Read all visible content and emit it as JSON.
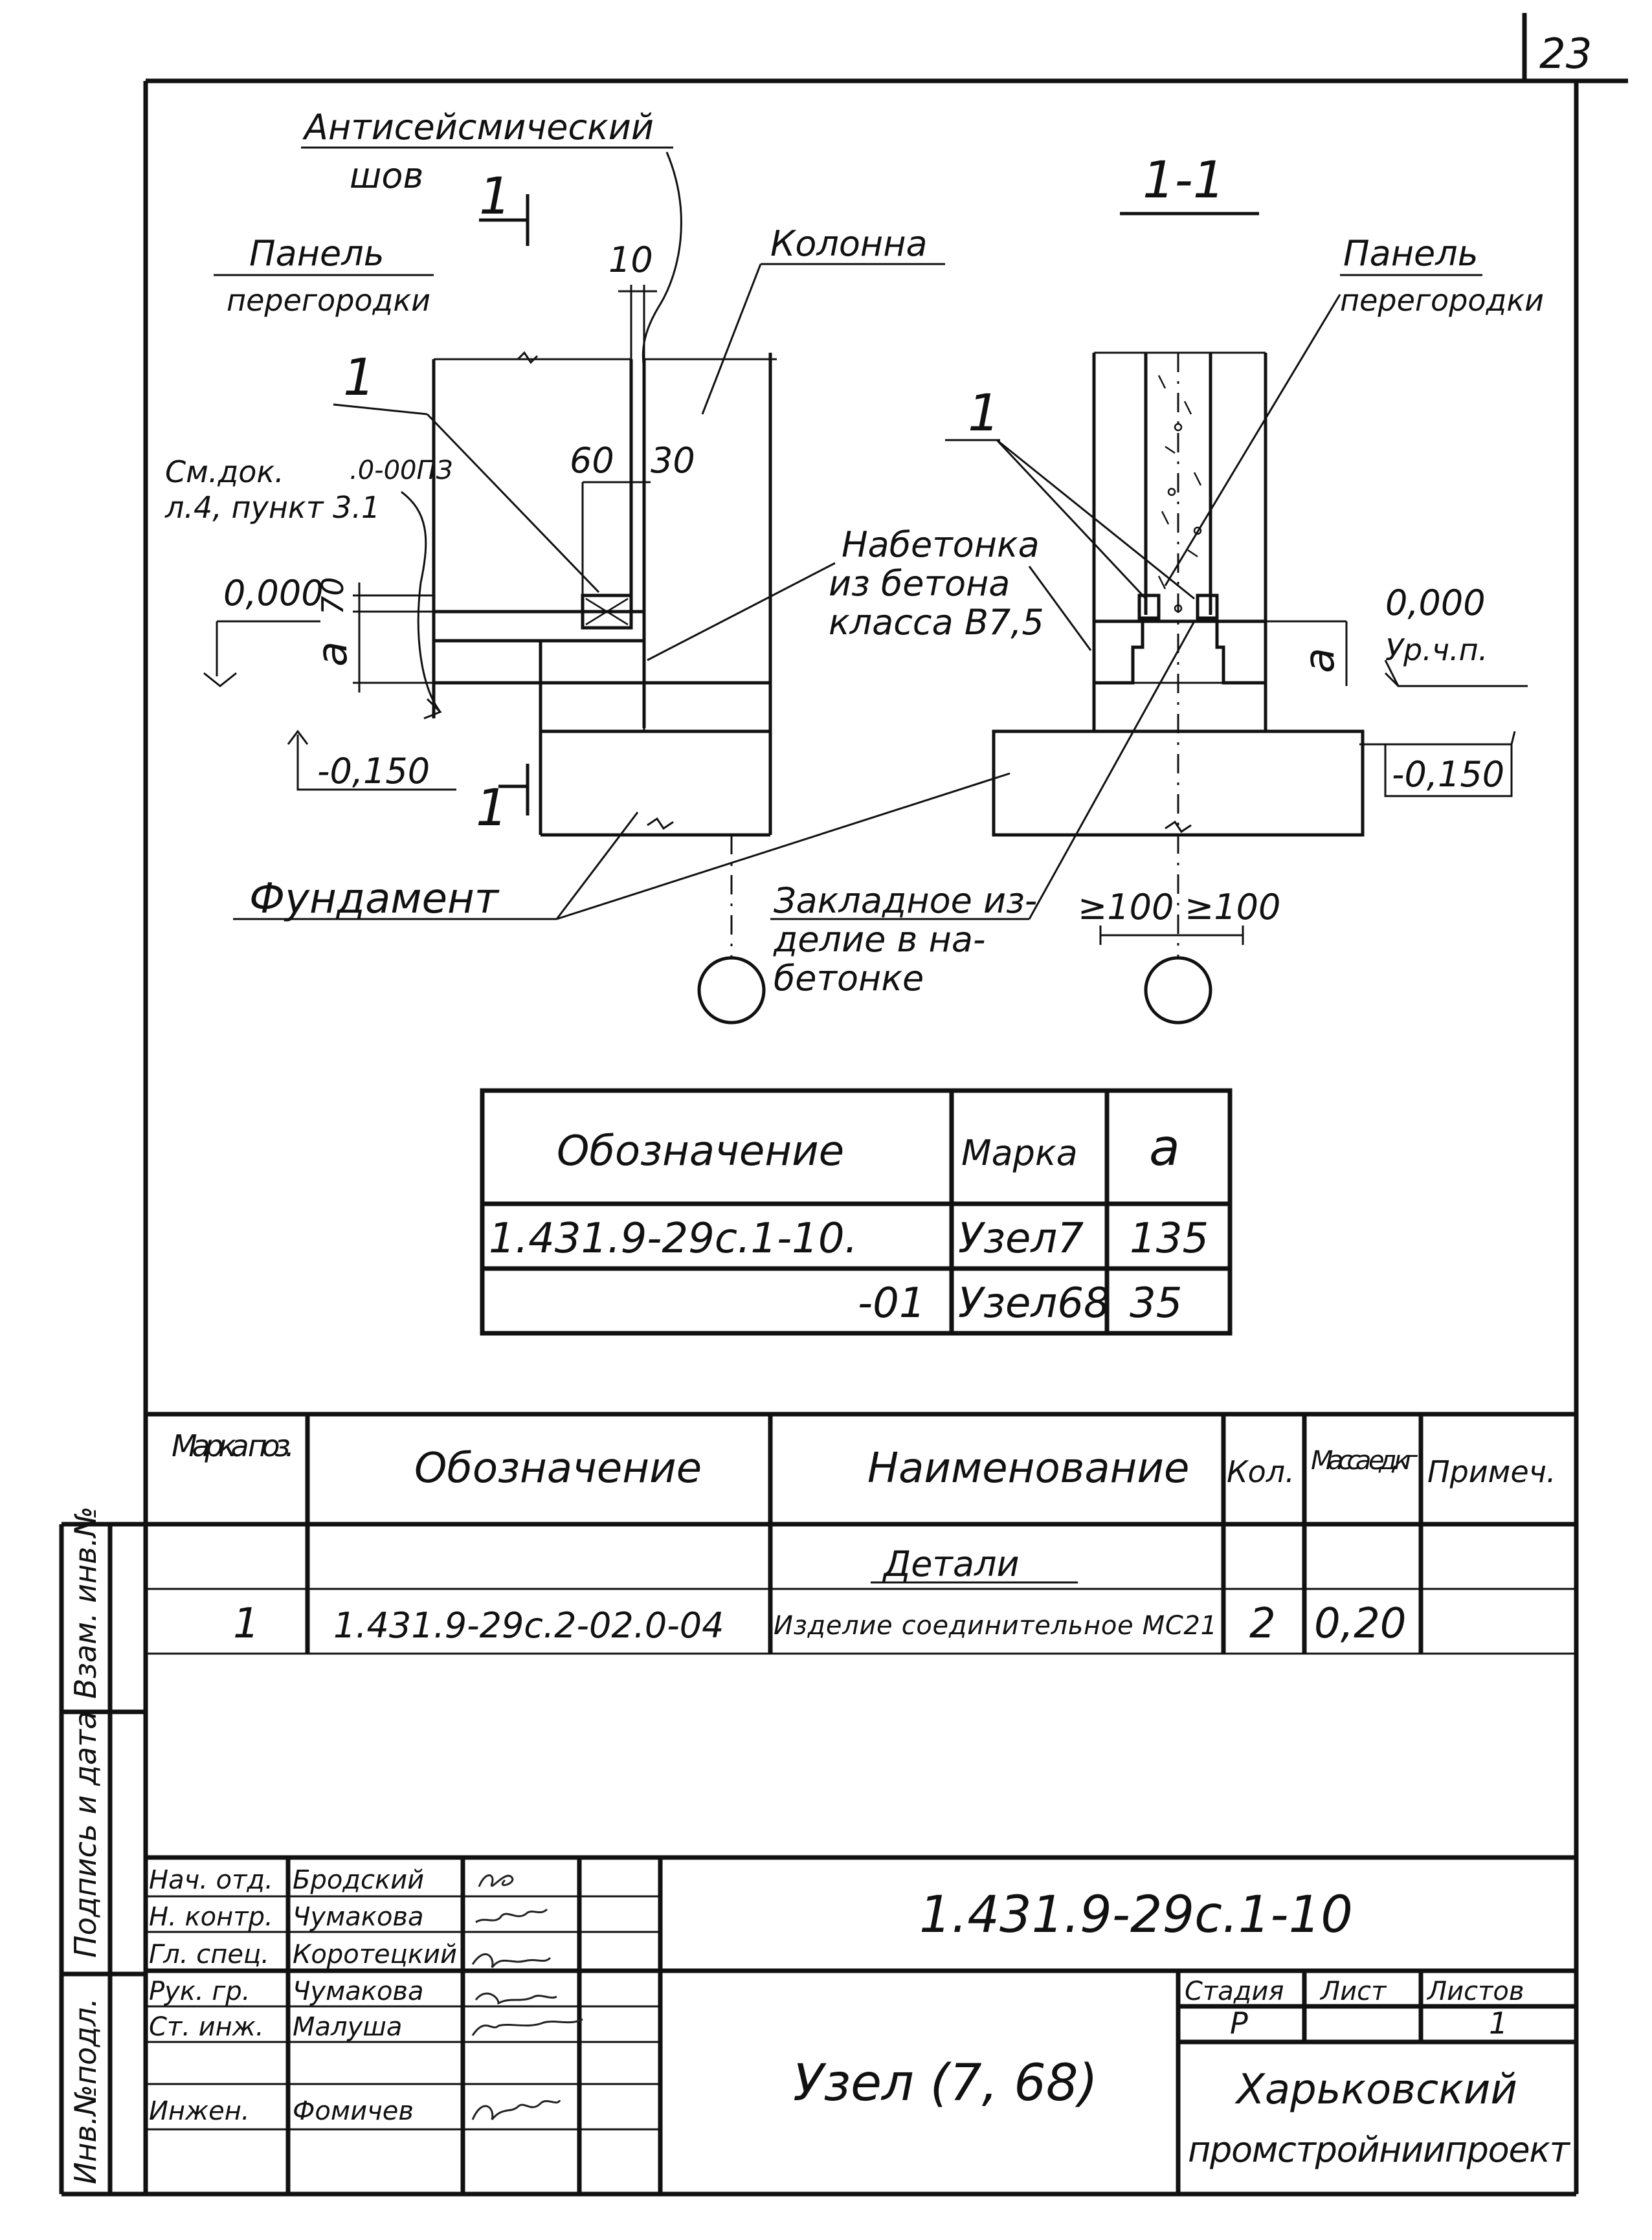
{
  "sheet_number": "23",
  "drawing": {
    "left": {
      "seismic_joint": [
        "Антисейсмический",
        "шов"
      ],
      "section_mark": "1",
      "partition_panel": [
        "Панель",
        "перегородки"
      ],
      "column": "Колонна",
      "dims": {
        "gap": "10",
        "w60": "60",
        "w30": "30",
        "h70": "70",
        "a": "a"
      },
      "callout": "1",
      "reference": [
        "См.док.",
        ".0-00ПЗ",
        "л.4, пункт 3.1"
      ],
      "level_zero": "0,000",
      "level_minus": "-0,150",
      "section_mark_bottom": "1",
      "foundation": "Фундамент"
    },
    "right": {
      "title": "1-1",
      "partition_panel": [
        "Панель",
        "перегородки"
      ],
      "callout": "1",
      "concrete": [
        "Набетонка",
        "из бетона",
        "класса В7,5"
      ],
      "level_zero": "0,000",
      "level_caption": "Ур.ч.п.",
      "dim_a": "a",
      "level_minus": "-0,150",
      "embedded": [
        "Закладное из-",
        "делие в на-",
        "бетонке"
      ],
      "dims": [
        "≥100",
        "≥100"
      ]
    }
  },
  "variants_table": {
    "headers": [
      "Обозначение",
      "Марка",
      "a"
    ],
    "rows": [
      [
        "1.431.9-29с.1-10.",
        "Узел7",
        "135"
      ],
      [
        "-01",
        "Узел68",
        "35"
      ]
    ]
  },
  "spec_table": {
    "headers": [
      "Марка поз.",
      "Обозначение",
      "Наименование",
      "Кол.",
      "Масса ед,кг",
      "Примеч."
    ],
    "section": "Детали",
    "rows": [
      [
        "1",
        "1.431.9-29с.2-02.0-04",
        "Изделие соединительное МС21",
        "2",
        "0,20",
        ""
      ]
    ]
  },
  "side_stamps": [
    "Взам. инв.№",
    "Подпись и дата",
    "Инв.№подл."
  ],
  "title_block": {
    "roles": [
      {
        "role": "Нач. отд.",
        "name": "Бродский"
      },
      {
        "role": "Н. контр.",
        "name": "Чумакова"
      },
      {
        "role": "Гл. спец.",
        "name": "Коротецкий"
      },
      {
        "role": "Рук. гр.",
        "name": "Чумакова"
      },
      {
        "role": "Ст. инж.",
        "name": "Малуша"
      },
      {
        "role": "",
        "name": ""
      },
      {
        "role": "Инжен.",
        "name": "Фомичев"
      }
    ],
    "document_code": "1.431.9-29с.1-10",
    "drawing_title": "Узел (7, 68)",
    "stage_label": "Стадия",
    "sheet_label": "Лист",
    "sheets_label": "Листов",
    "stage": "Р",
    "sheet": "",
    "sheets": "1",
    "organization": [
      "Харьковский",
      "промстройниипроект"
    ]
  }
}
